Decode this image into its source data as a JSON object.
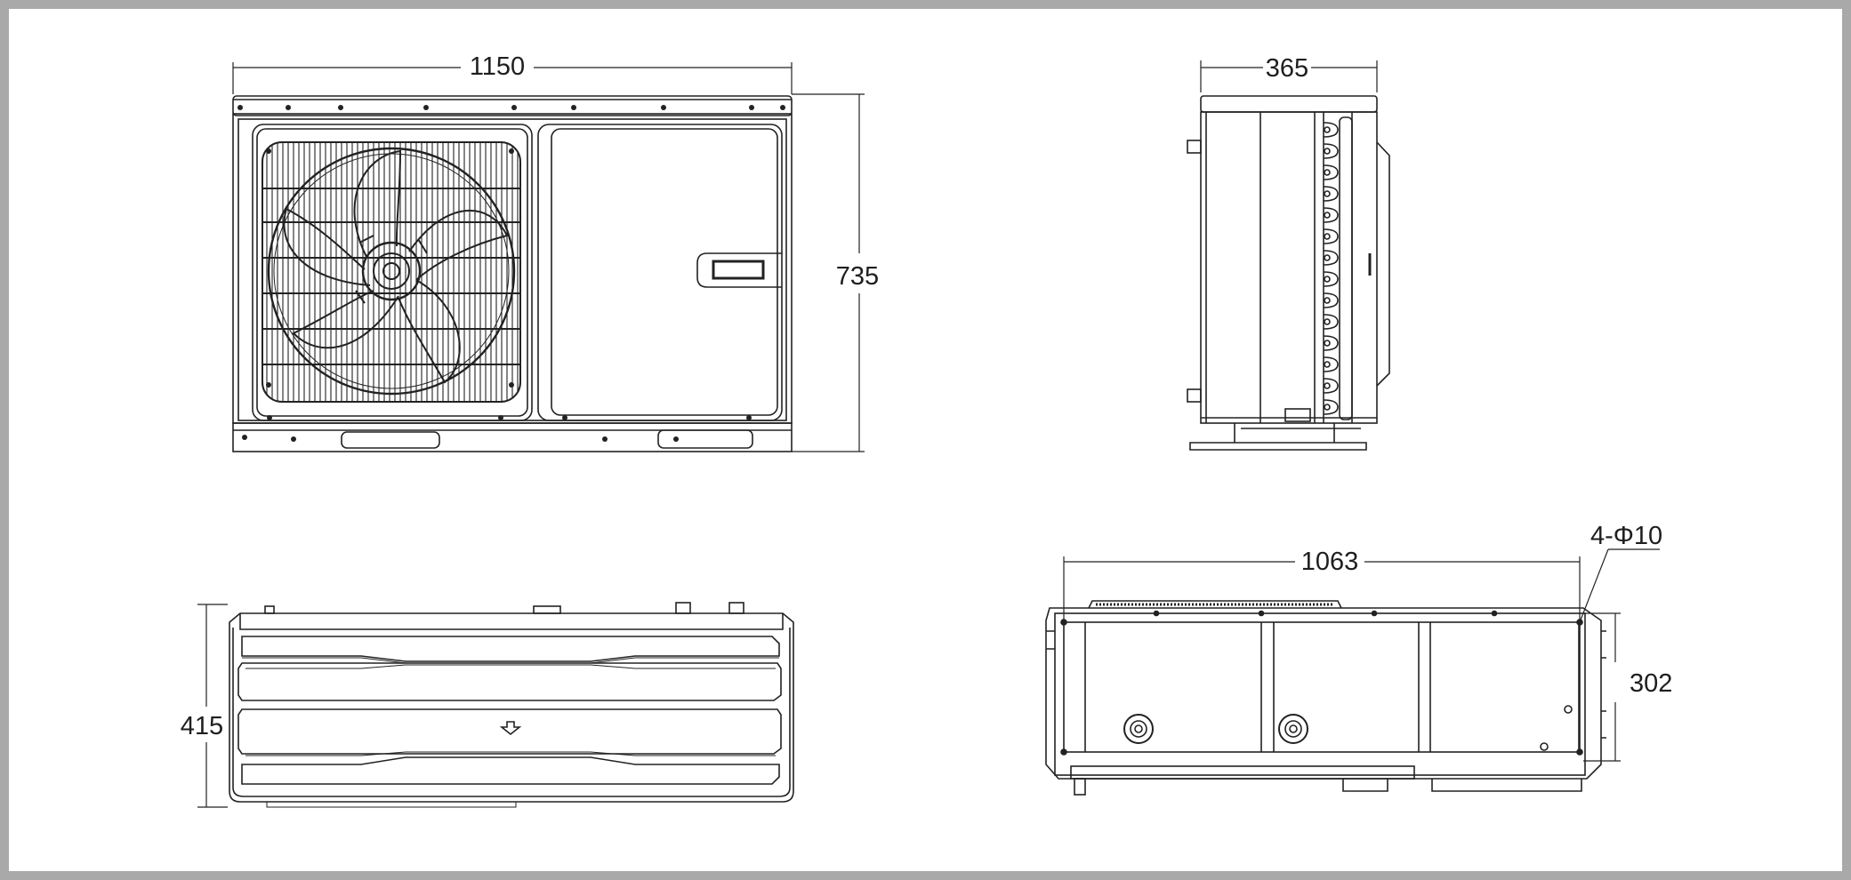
{
  "dimensions": {
    "front_width": "1150",
    "front_height": "735",
    "side_depth": "365",
    "top_depth": "415",
    "base_hole_spacing": "1063",
    "base_hole_depth": "302",
    "mounting_holes": "4-Φ10"
  },
  "colors": {
    "frame": "#a9a9a9",
    "sheet": "#ffffff",
    "line": "#222222"
  }
}
